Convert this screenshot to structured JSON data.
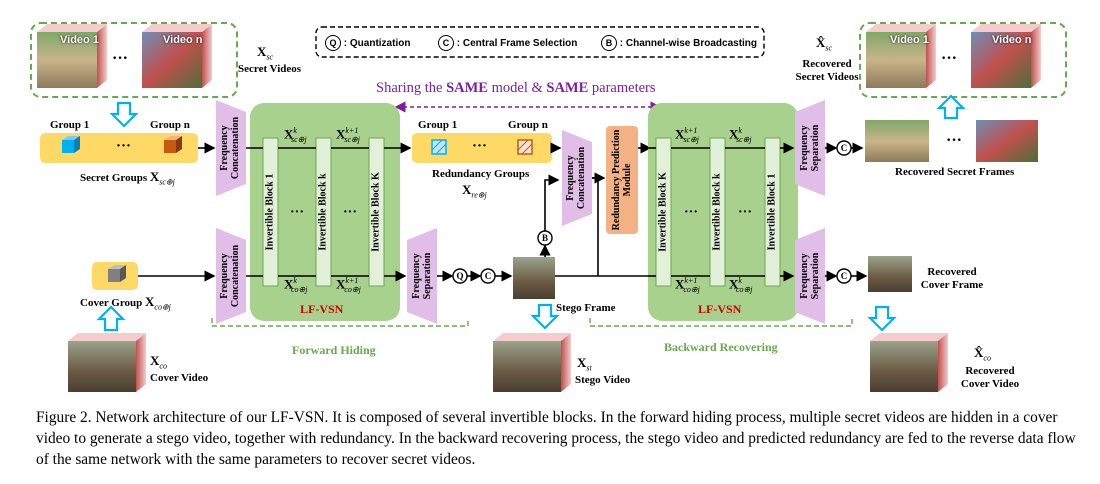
{
  "legend": {
    "q": "Q",
    "q_text": ": Quantization",
    "c": "C",
    "c_text": ": Central Frame Selection",
    "b": "B",
    "b_text": ": Channel-wise Broadcasting"
  },
  "sharing_text_1": "Sharing the ",
  "sharing_same_1": "SAME",
  "sharing_text_2": " model & ",
  "sharing_same_2": "SAME",
  "sharing_text_3": " parameters",
  "secret_videos": {
    "video_1": "Video 1",
    "video_n": "Video n",
    "dots": "···",
    "symbol": "X",
    "sub": "sc",
    "label": "Secret Videos"
  },
  "recovered_secret_videos": {
    "video_1": "Video 1",
    "video_n": "Video n",
    "dots": "···",
    "symbol": "X̂",
    "sub": "sc",
    "label_line1": "Recovered",
    "label_line2": "Secret Videos"
  },
  "secret_groups": {
    "group_1": "Group 1",
    "group_n": "Group n",
    "dots": "···",
    "label": "Secret Groups",
    "symbol": "X",
    "sub": "sc⊕j"
  },
  "cover_group": {
    "label": "Cover Group",
    "symbol": "X",
    "sub": "co⊕j"
  },
  "cover_video": {
    "symbol": "X",
    "sub": "co",
    "label": "Cover Video"
  },
  "redundancy_groups": {
    "group_1": "Group 1",
    "group_n": "Group n",
    "dots": "···",
    "label": "Redundancy Groups",
    "symbol": "X",
    "sub": "re⊕j"
  },
  "freq_concat": "Frequency Concatenation",
  "freq_sep": "Frequency Separation",
  "forward_blocks": [
    "Invertible Block 1",
    "Invertible Block k",
    "Invertible Block K"
  ],
  "backward_blocks": [
    "Invertible Block K",
    "Invertible Block k",
    "Invertible Block 1"
  ],
  "forward_math": {
    "top_k": {
      "sym": "X",
      "sup": "k",
      "sub": "sc⊕j"
    },
    "top_k1": {
      "sym": "X",
      "sup": "k+1",
      "sub": "sc⊕j"
    },
    "bot_k": {
      "sym": "X",
      "sup": "k",
      "sub": "co⊕j"
    },
    "bot_k1": {
      "sym": "X",
      "sup": "k+1",
      "sub": "co⊕j"
    }
  },
  "backward_math": {
    "top_k1": {
      "sym": "X",
      "sup": "k+1",
      "sub": "sc⊕j"
    },
    "top_k": {
      "sym": "X",
      "sup": "k",
      "sub": "sc⊕j"
    },
    "bot_k1": {
      "sym": "X",
      "sup": "k+1",
      "sub": "co⊕j"
    },
    "bot_k": {
      "sym": "X",
      "sup": "k",
      "sub": "co⊕j"
    }
  },
  "dots_v": "···",
  "lfvsn": "LF-VSN",
  "redundancy_module": "Redundancy Prediction Module",
  "stego_frame": "Stego Frame",
  "stego_video": {
    "symbol": "X",
    "sub": "st",
    "label": "Stego Video"
  },
  "recovered_secret_frames": {
    "dots": "···",
    "label": "Recovered Secret Frames"
  },
  "recovered_cover_frame": {
    "line1": "Recovered",
    "line2": "Cover Frame"
  },
  "recovered_cover_video": {
    "symbol": "X̂",
    "sub": "co",
    "line1": "Recovered",
    "line2": "Cover Video"
  },
  "forward_hiding": "Forward Hiding",
  "backward_recovering": "Backward Recovering",
  "caption": "Figure 2. Network architecture of our LF-VSN. It is composed of several invertible blocks. In the forward hiding process, multiple secret videos are hidden in a cover video to generate a stego video, together with redundancy. In the backward recovering process, the stego video and predicted redundancy are fed to the reverse data flow of the same network with the same parameters to recover secret videos.",
  "colors": {
    "green_box": "#a9d18e",
    "purple_trap": "#e1bee7",
    "yellow_bar": "#ffd966",
    "orange_module": "#f4b183",
    "arrow_blue": "#00b0f0",
    "dashed_green": "#6aa84f",
    "label_red": "#d00000",
    "sharing_purple": "#7b1fa2"
  }
}
